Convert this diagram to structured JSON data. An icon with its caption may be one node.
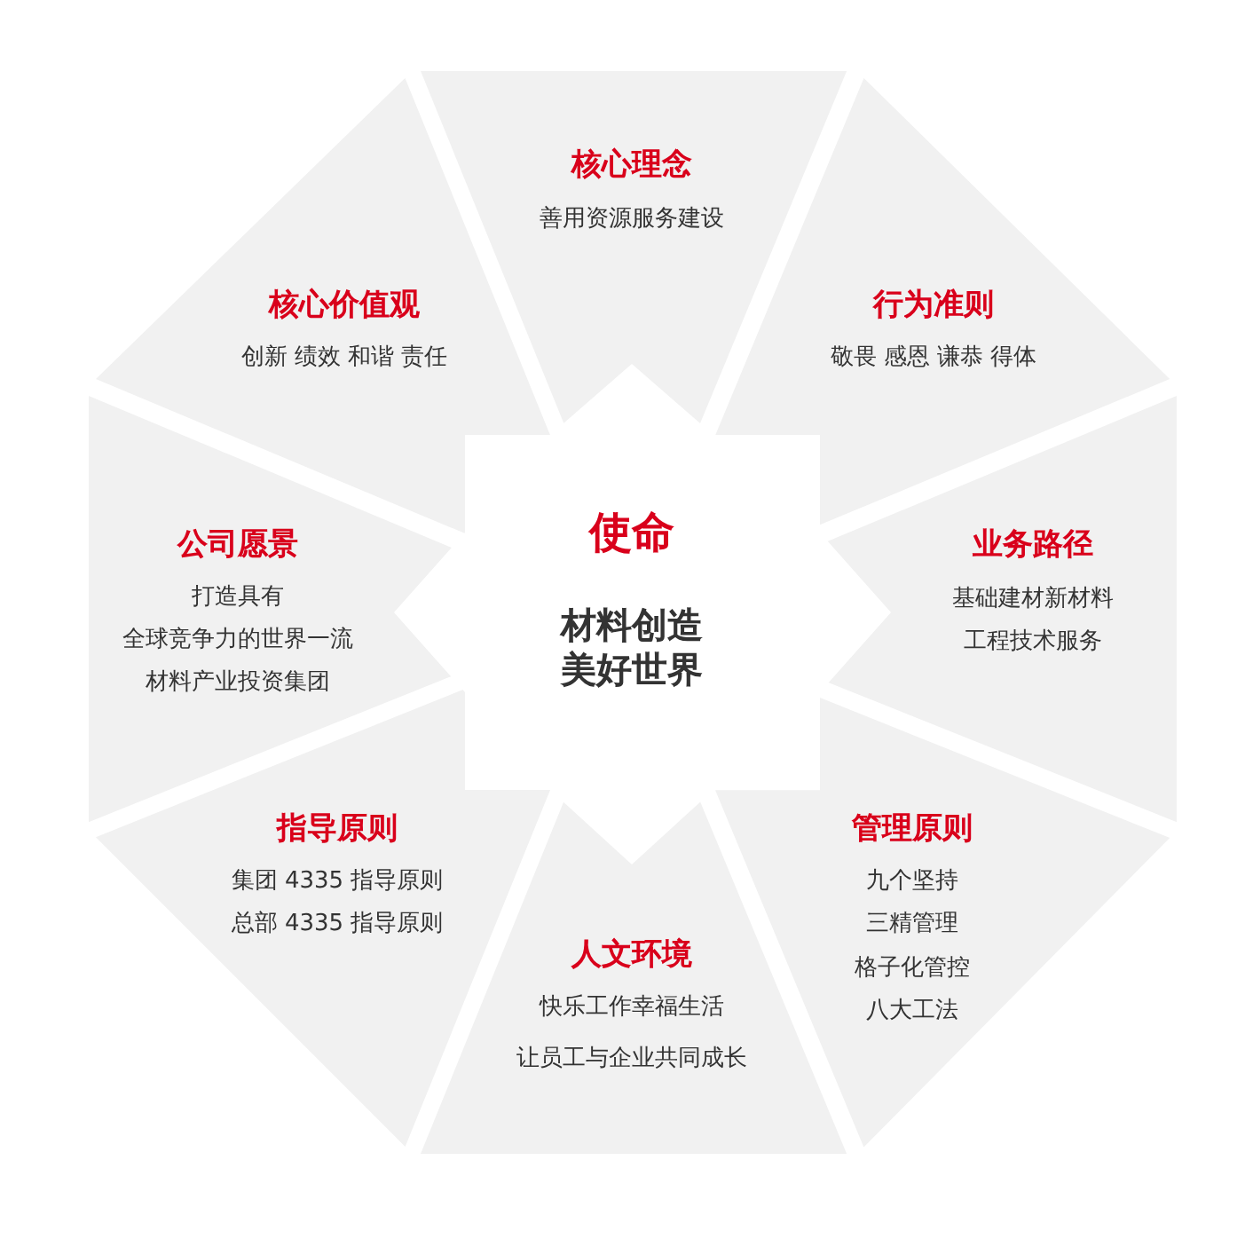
{
  "diagram": {
    "nodes": [
      {
        "text": [
          "使命",
          "材料创造美好世界"
        ]
      },
      {
        "text": [
          "核心理念",
          "善用资源服务建设"
        ]
      },
      {
        "text": [
          "行为准则",
          "敬畏 感恩 谦恭 得体"
        ]
      },
      {
        "text": [
          "业务路径",
          "基础建材新材料",
          "工程技术服务"
        ]
      },
      {
        "text": [
          "管理原则",
          "九个坚持",
          "三精管理",
          "格子化管控",
          "八大工法"
        ]
      },
      {
        "text": [
          "人文环境",
          "快乐工作幸福生活",
          "让员工与企业共同成长"
        ]
      },
      {
        "text": [
          "指导原则",
          "集团 4335 指导原则",
          "总部 4335 指导原则"
        ]
      },
      {
        "text": [
          "公司愿景",
          "打造具有",
          "全球竞争力的世界一流",
          "材料产业投资集团"
        ]
      },
      {
        "text": [
          "核心价值观",
          "创新 绩效 和谐 责任"
        ]
      }
    ],
    "edges": []
  }
}
